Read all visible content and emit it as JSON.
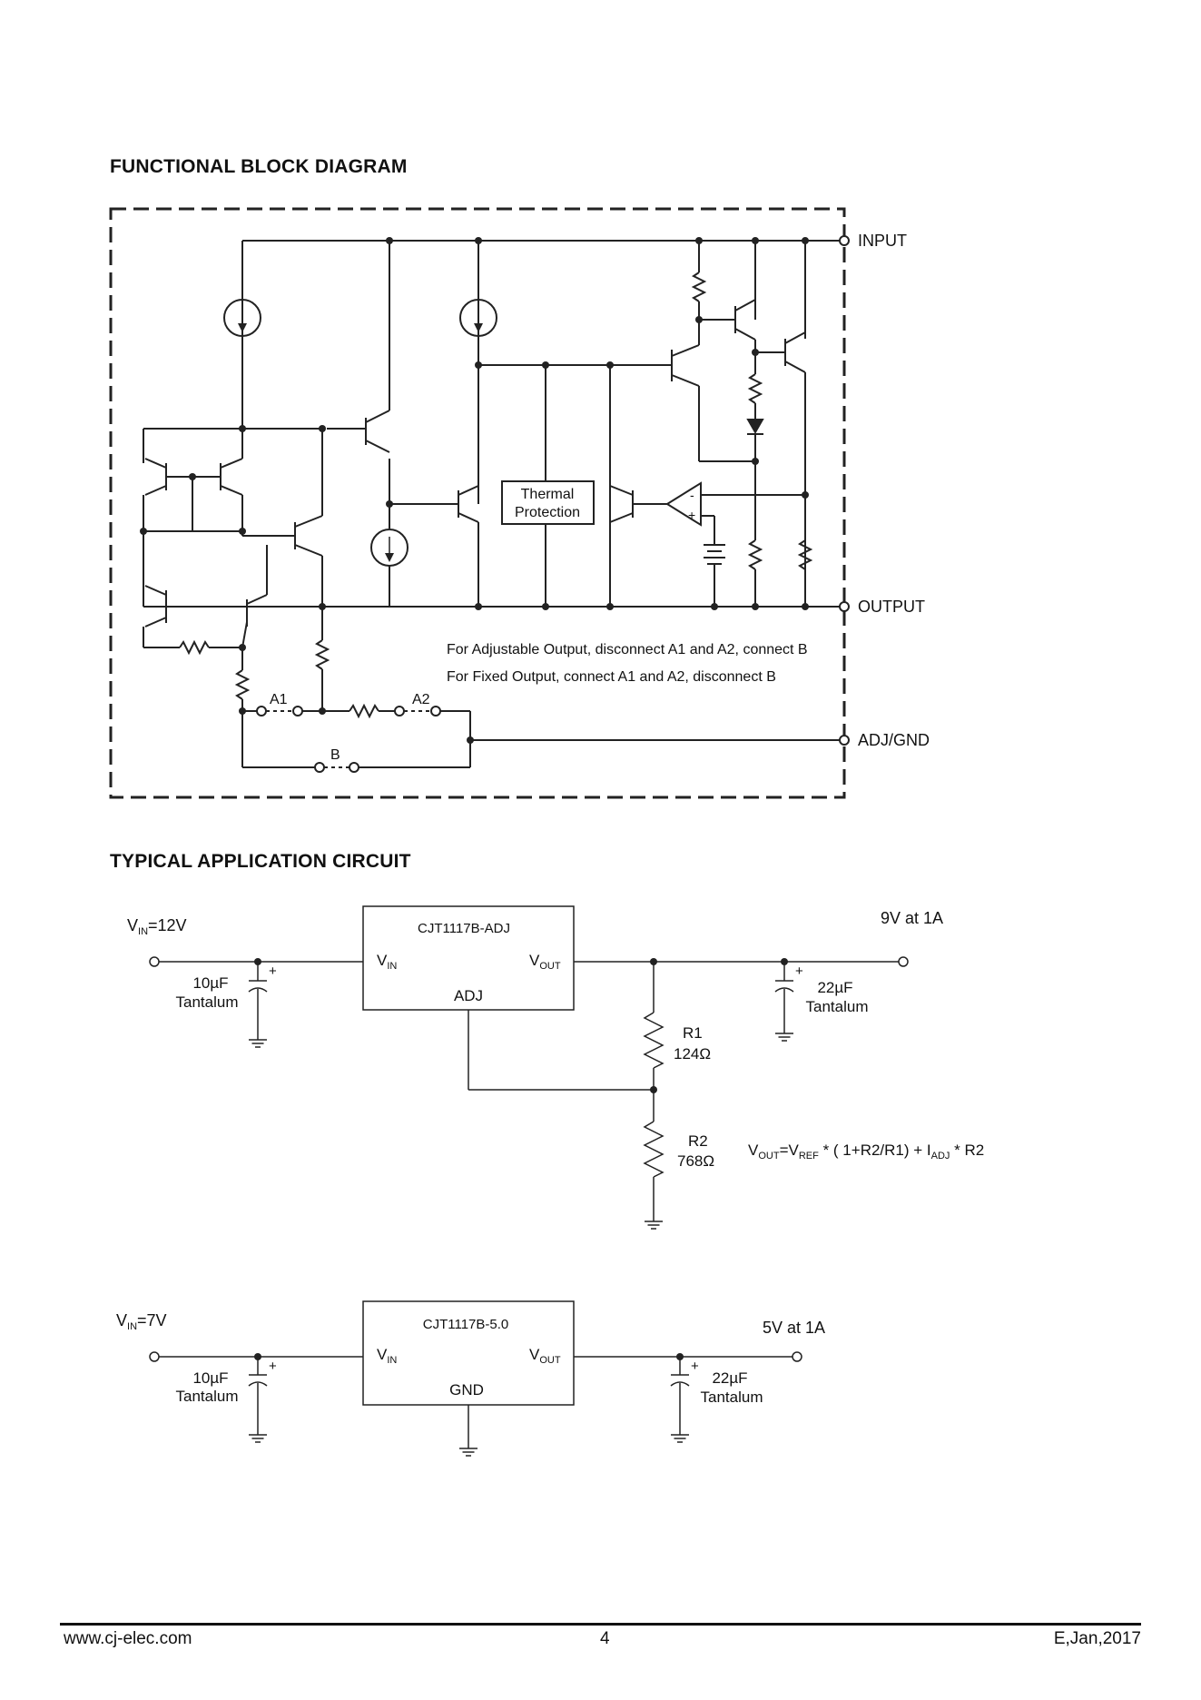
{
  "sections": {
    "block_title": "FUNCTIONAL BLOCK DIAGRAM",
    "app_title": "TYPICAL APPLICATION CIRCUIT"
  },
  "block_diagram": {
    "pins": {
      "input": "INPUT",
      "output": "OUTPUT",
      "adj_gnd": "ADJ/GND"
    },
    "thermal_line1": "Thermal",
    "thermal_line2": "Protection",
    "note_adjustable": "For Adjustable Output, disconnect A1 and A2, connect B",
    "note_fixed": "For Fixed Output, connect A1 and A2, disconnect B",
    "switch_a1": "A1",
    "switch_a2": "A2",
    "switch_b": "B",
    "opamp_minus": "-",
    "opamp_plus": "+"
  },
  "circuit_adj": {
    "vin_prefix": "V",
    "vin_sub": "IN",
    "vin_value": "=12V",
    "chip_name": "CJT1117B-ADJ",
    "pin_vin": "V",
    "pin_vin_sub": "IN",
    "pin_vout": "V",
    "pin_vout_sub": "OUT",
    "pin_adj": "ADJ",
    "output_label": "9V at 1A",
    "cap_in_value": "10µF",
    "cap_in_type": "Tantalum",
    "cap_out_value": "22µF",
    "cap_out_type": "Tantalum",
    "cap_polarity": "+",
    "r1_name": "R1",
    "r1_value": "124Ω",
    "r2_name": "R2",
    "r2_value": "768Ω",
    "formula": {
      "v": "V",
      "out": "OUT",
      "eq": "=V",
      "ref": "REF",
      "mid": " * ( 1+R2/R1) + I",
      "adj": "ADJ",
      "end": " * R2"
    }
  },
  "circuit_fixed": {
    "vin_prefix": "V",
    "vin_sub": "IN",
    "vin_value": "=7V",
    "chip_name": "CJT1117B-5.0",
    "pin_vin": "V",
    "pin_vin_sub": "IN",
    "pin_vout": "V",
    "pin_vout_sub": "OUT",
    "pin_gnd": "GND",
    "output_label": "5V at 1A",
    "cap_in_value": "10µF",
    "cap_in_type": "Tantalum",
    "cap_out_value": "22µF",
    "cap_out_type": "Tantalum",
    "cap_polarity": "+"
  },
  "footer": {
    "url": "www.cj-elec.com",
    "page": "4",
    "date": "E,Jan,2017"
  }
}
